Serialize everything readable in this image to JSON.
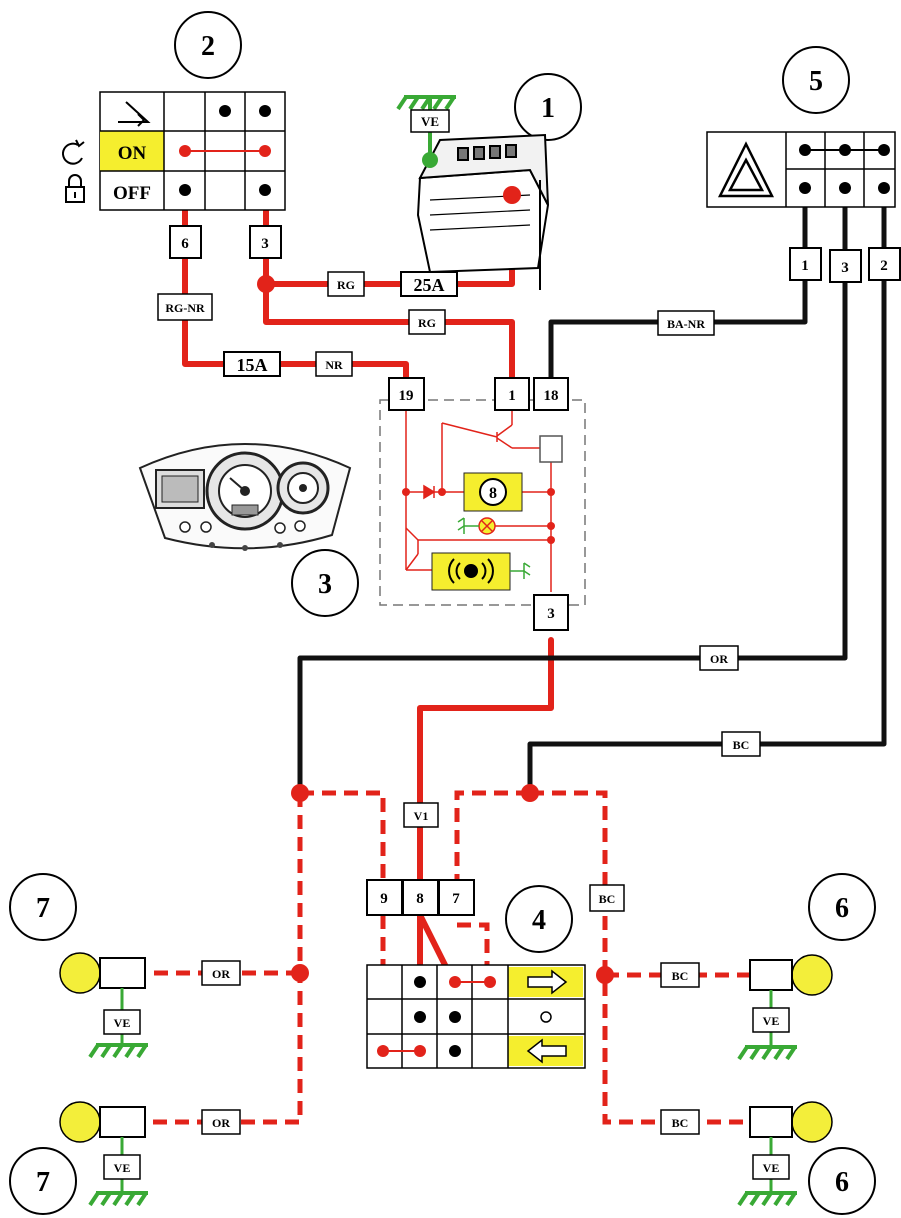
{
  "callouts": {
    "battery": "1",
    "ignition_switch": "2",
    "instrument_panel": "3",
    "turn_switch": "4",
    "hazard_switch": "5",
    "right_rear": "6",
    "right_front": "6",
    "left_front": "7",
    "left_rear": "7"
  },
  "ignition_switch": {
    "on_label": "ON",
    "off_label": "OFF"
  },
  "wire_labels": {
    "battery_ground": "VE",
    "ig_out_rgnr": "RG-NR",
    "ig_rg_top": "RG",
    "ig_rg_low": "RG",
    "fuse_25": "25A",
    "fuse_15": "15A",
    "nr": "NR",
    "ba_nr": "BA-NR",
    "or_main": "OR",
    "bc_main": "BC",
    "v1": "V1",
    "bc_dash": "BC",
    "left_front_or": "OR",
    "left_rear_or": "OR",
    "right_front_bc": "BC",
    "right_rear_bc": "BC",
    "lf_ground": "VE",
    "lr_ground": "VE",
    "rf_ground": "VE",
    "rr_ground": "VE"
  },
  "pins": {
    "ig_6": "6",
    "ig_3": "3",
    "panel_19": "19",
    "panel_1": "1",
    "panel_18": "18",
    "panel_3": "3",
    "haz_1": "1",
    "haz_3": "3",
    "haz_2": "2",
    "ts_9": "9",
    "ts_8": "8",
    "ts_7": "7"
  },
  "panel_module": "8",
  "colors": {
    "wire_red": "#e2231a",
    "wire_black": "#111111",
    "ground_green": "#39a935",
    "bulb_yellow": "#f3ee3a",
    "highlight_yellow": "#f5ee2e"
  }
}
